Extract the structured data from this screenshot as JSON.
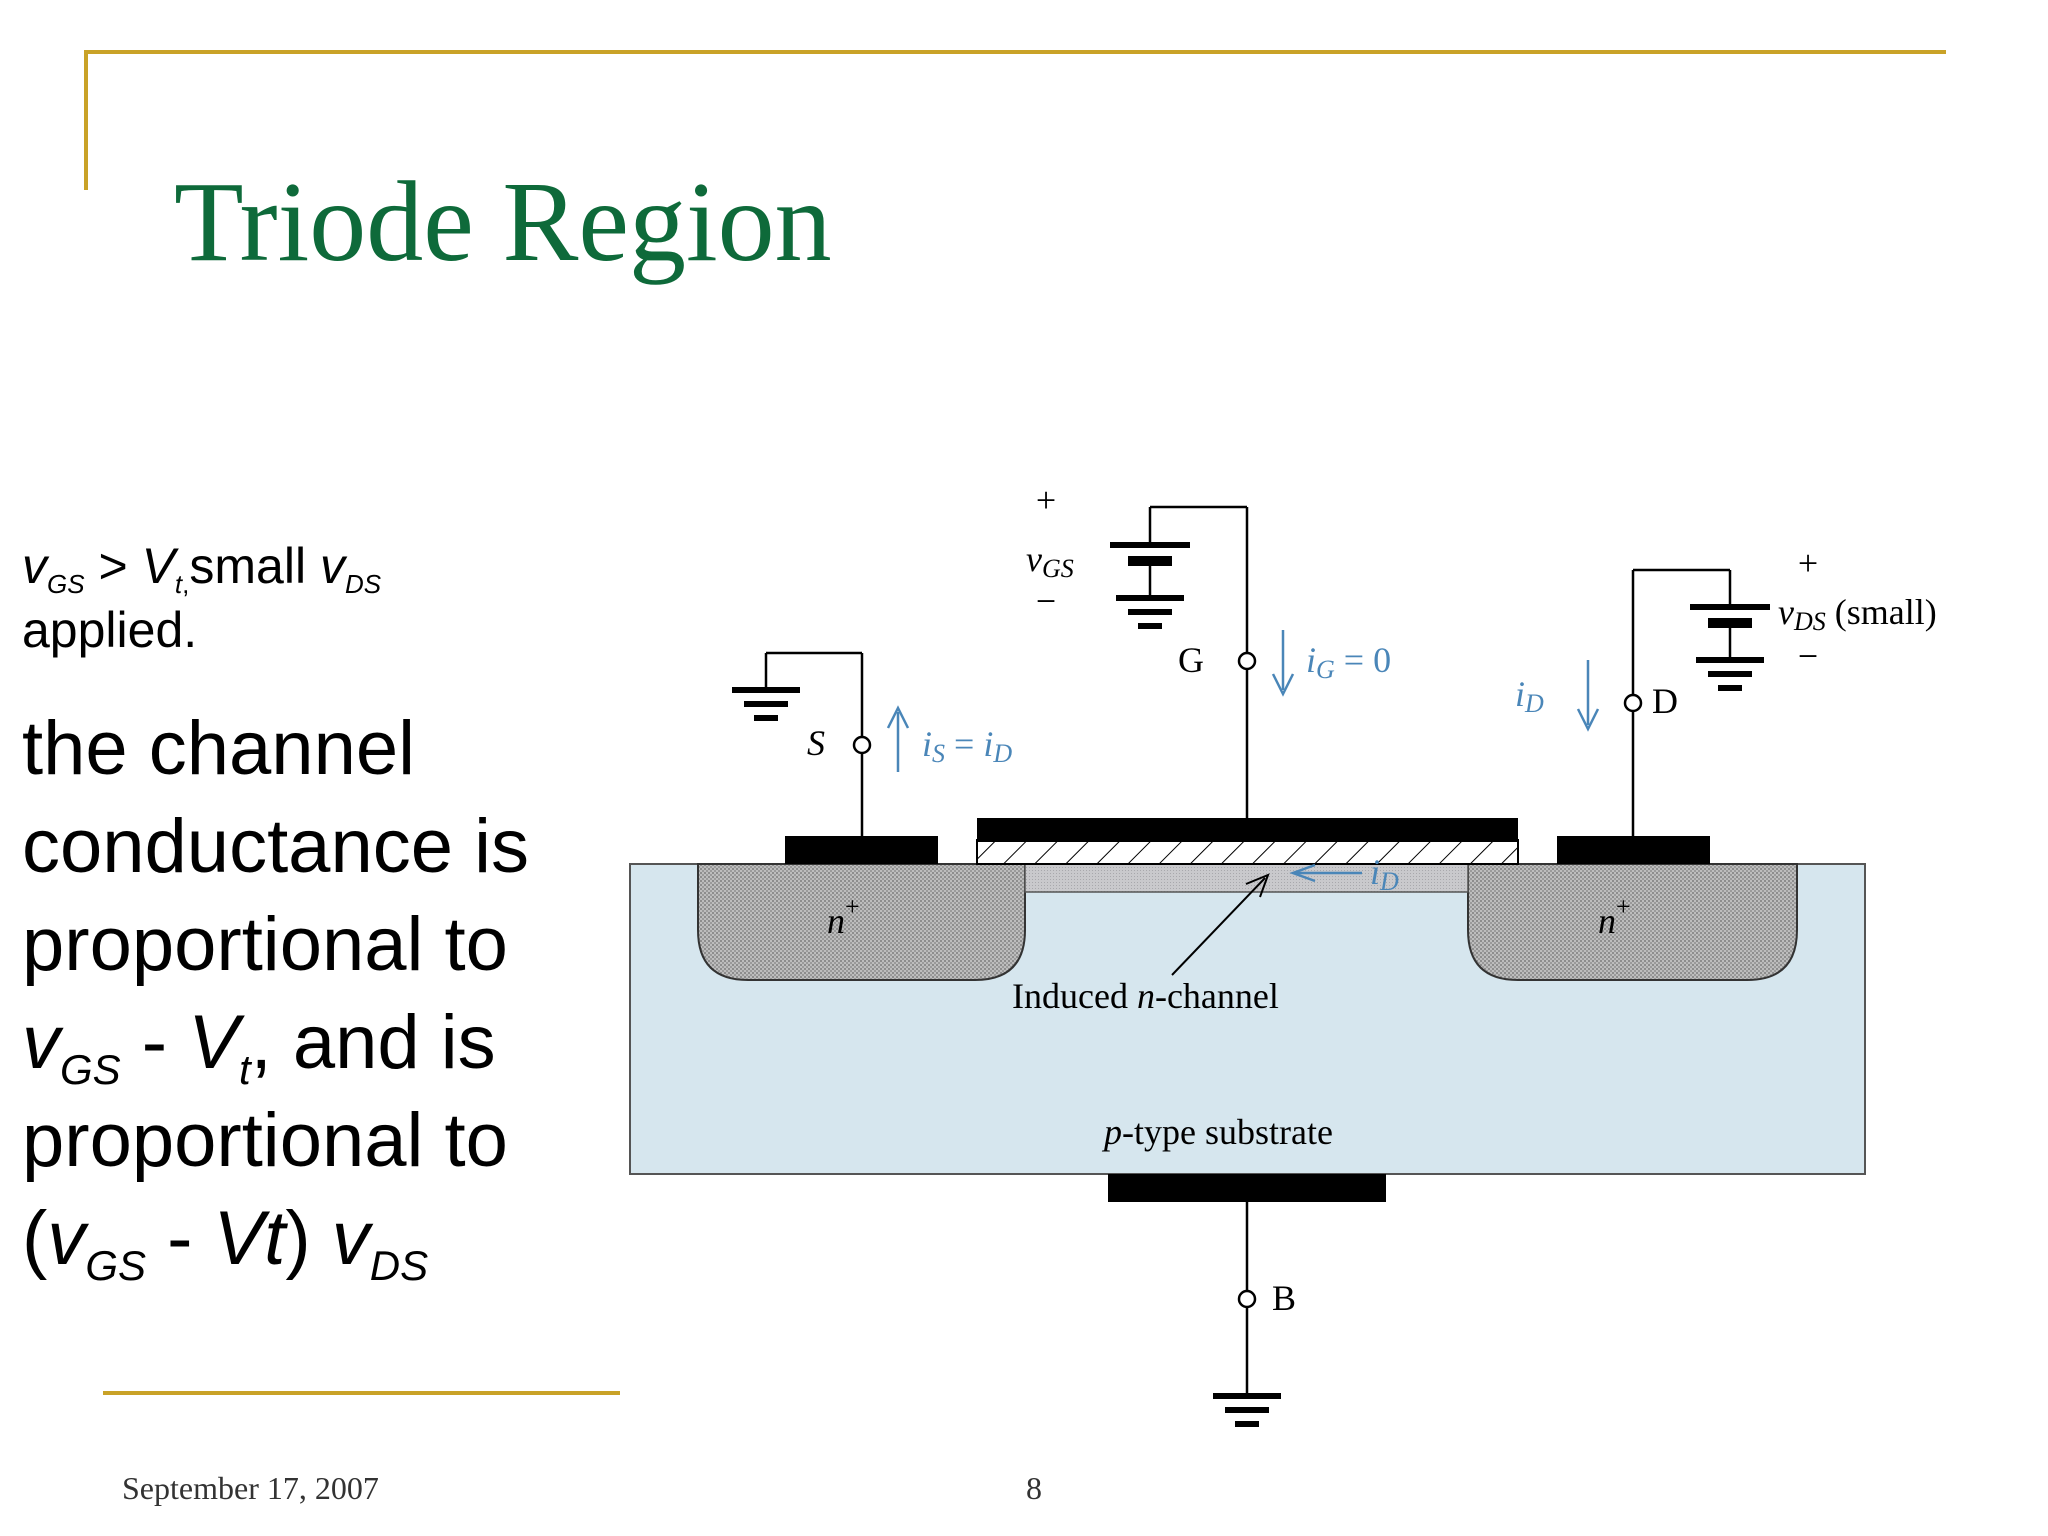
{
  "slide": {
    "title": "Triode Region",
    "footer_date": "September 17, 2007",
    "page_number": "8"
  },
  "condition": {
    "v": "v",
    "gs": "GS",
    "gt": " > ",
    "V": "V",
    "t": "t",
    "comma": ",",
    "small": "small ",
    "v2": "v",
    "ds": "DS",
    "applied": "applied."
  },
  "body": {
    "line1": "the channel conductance is proportional to ",
    "v": "v",
    "gs": "GS",
    "minus": " - ",
    "V": "V",
    "t": "t",
    "comma_and": ", and is proportional to (",
    "v2": "v",
    "gs2": "GS",
    "minus2": " - ",
    "vt": "Vt",
    "close": ") ",
    "v3": "v",
    "ds": "DS"
  },
  "diagram": {
    "plus": "+",
    "minus": "−",
    "vgs_v": "v",
    "vgs_sub": "GS",
    "G": "G",
    "iG_i": "i",
    "iG_sub": "G",
    "iG_eq": " = 0",
    "S": "S",
    "iS_i": "i",
    "iS_sub": "S",
    "iS_eq": " = ",
    "iD_i": "i",
    "iD_sub": "D",
    "D": "D",
    "vds_v": "v",
    "vds_sub": "DS",
    "vds_small": " (small)",
    "n_plus_n": "n",
    "n_plus_sup": "+",
    "induced_1": "Induced ",
    "induced_n": "n",
    "induced_2": "-channel",
    "substrate_p": "p",
    "substrate_rest": "-type  substrate",
    "B": "B"
  },
  "colors": {
    "title": "#0e6a3a",
    "accent_line": "#c9a227",
    "substrate": "#d6e6ee",
    "current_label": "#4a86b8"
  }
}
